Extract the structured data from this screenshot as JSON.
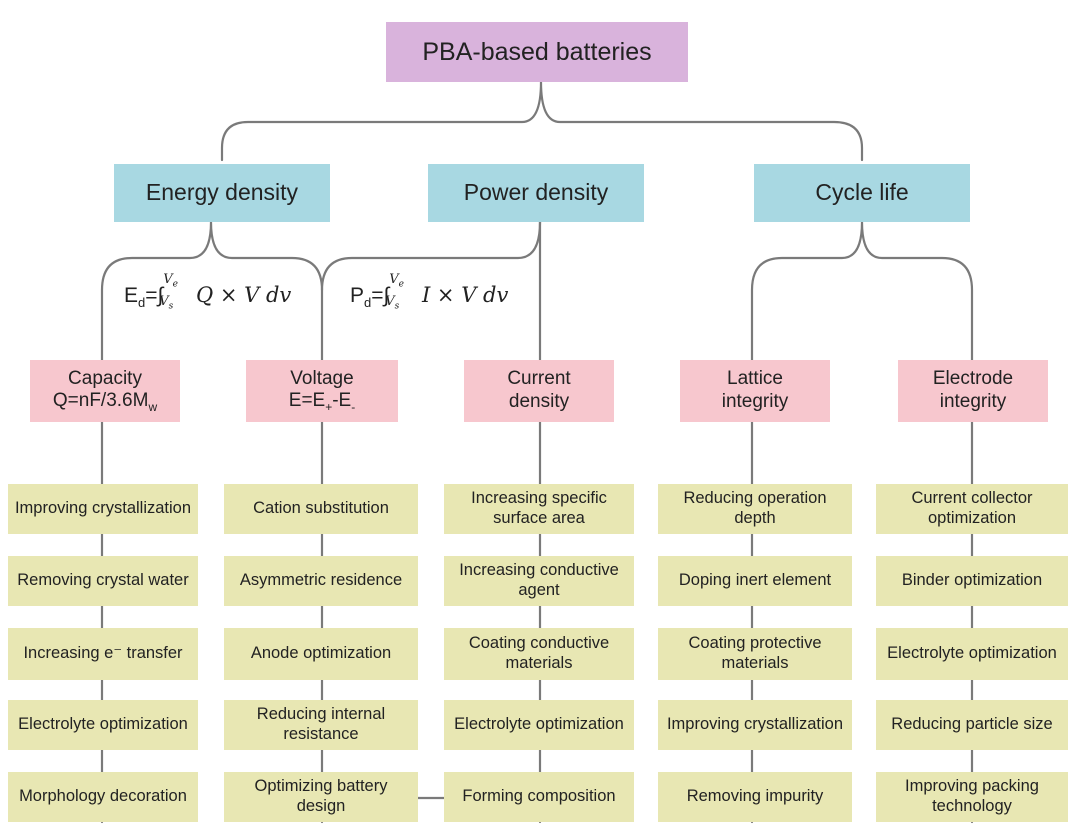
{
  "colors": {
    "root": "#d9b3dc",
    "category": "#a8d8e2",
    "factor": "#f7c7ce",
    "strategy": "#e8e7b3",
    "connector": "#7a7a7a"
  },
  "root": {
    "label": "PBA-based batteries"
  },
  "categories": {
    "energy": "Energy density",
    "power": "Power density",
    "cycle": "Cycle life"
  },
  "formulas": {
    "energy": "Ed=∫VsVe Q × V dv",
    "power": "Pd=∫VsVe I × V dv"
  },
  "factors": {
    "capacity": {
      "line1": "Capacity",
      "line2": "Q=nF/3.6Mw"
    },
    "voltage": {
      "line1": "Voltage",
      "line2": "E=E+-E-"
    },
    "current": {
      "line1": "Current",
      "line2": "density"
    },
    "lattice": {
      "line1": "Lattice",
      "line2": "integrity"
    },
    "electrode": {
      "line1": "Electrode",
      "line2": "integrity"
    }
  },
  "strategies": {
    "capacity": [
      "Improving crystallization",
      "Removing crystal water",
      "Increasing e⁻ transfer",
      "Electrolyte optimization",
      "Morphology decoration"
    ],
    "voltage": [
      "Cation substitution",
      "Asymmetric residence",
      "Anode optimization",
      "Reducing internal resistance",
      "Optimizing battery design"
    ],
    "current": [
      "Increasing specific surface area",
      "Increasing conductive agent",
      "Coating conductive materials",
      "Electrolyte optimization",
      "Forming composition"
    ],
    "lattice": [
      "Reducing operation depth",
      "Doping inert element",
      "Coating protective materials",
      "Improving crystallization",
      "Removing impurity"
    ],
    "electrode": [
      "Current collector optimization",
      "Binder optimization",
      "Electrolyte optimization",
      "Reducing particle size",
      "Improving packing technology"
    ]
  }
}
